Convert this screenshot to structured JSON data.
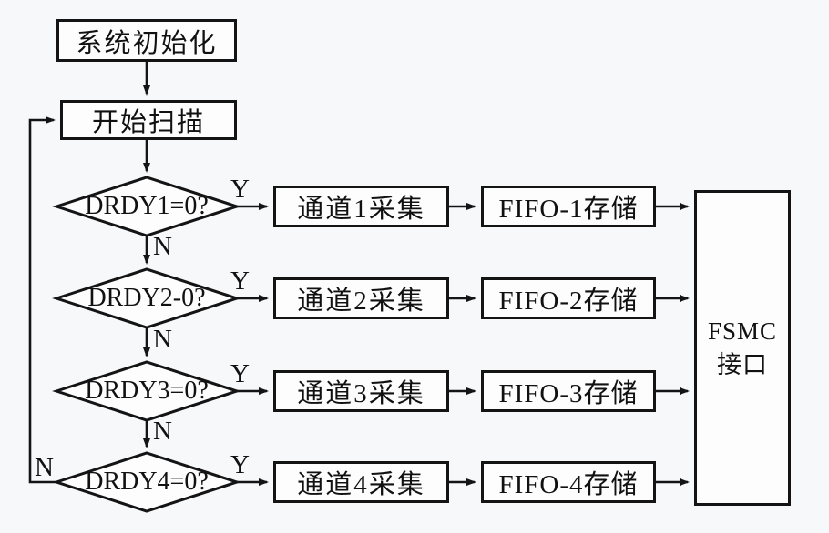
{
  "page": {
    "background": "#f6f8fa",
    "line_color": "#141414",
    "node_fill": "#fdfdfe"
  },
  "flowchart": {
    "start_box": "系统初始化",
    "scan_box": "开始扫描",
    "fsmc_line1": "FSMC",
    "fsmc_line2": "接口",
    "yes_label": "Y",
    "no_label": "N",
    "rows": [
      {
        "condition": "DRDY1=0?",
        "process": "通道1采集",
        "storage": "FIFO-1存储"
      },
      {
        "condition": "DRDY2-0?",
        "process": "通道2采集",
        "storage": "FIFO-2存储"
      },
      {
        "condition": "DRDY3=0?",
        "process": "通道3采集",
        "storage": "FIFO-3存储"
      },
      {
        "condition": "DRDY4=0?",
        "process": "通道4采集",
        "storage": "FIFO-4存储"
      }
    ]
  }
}
